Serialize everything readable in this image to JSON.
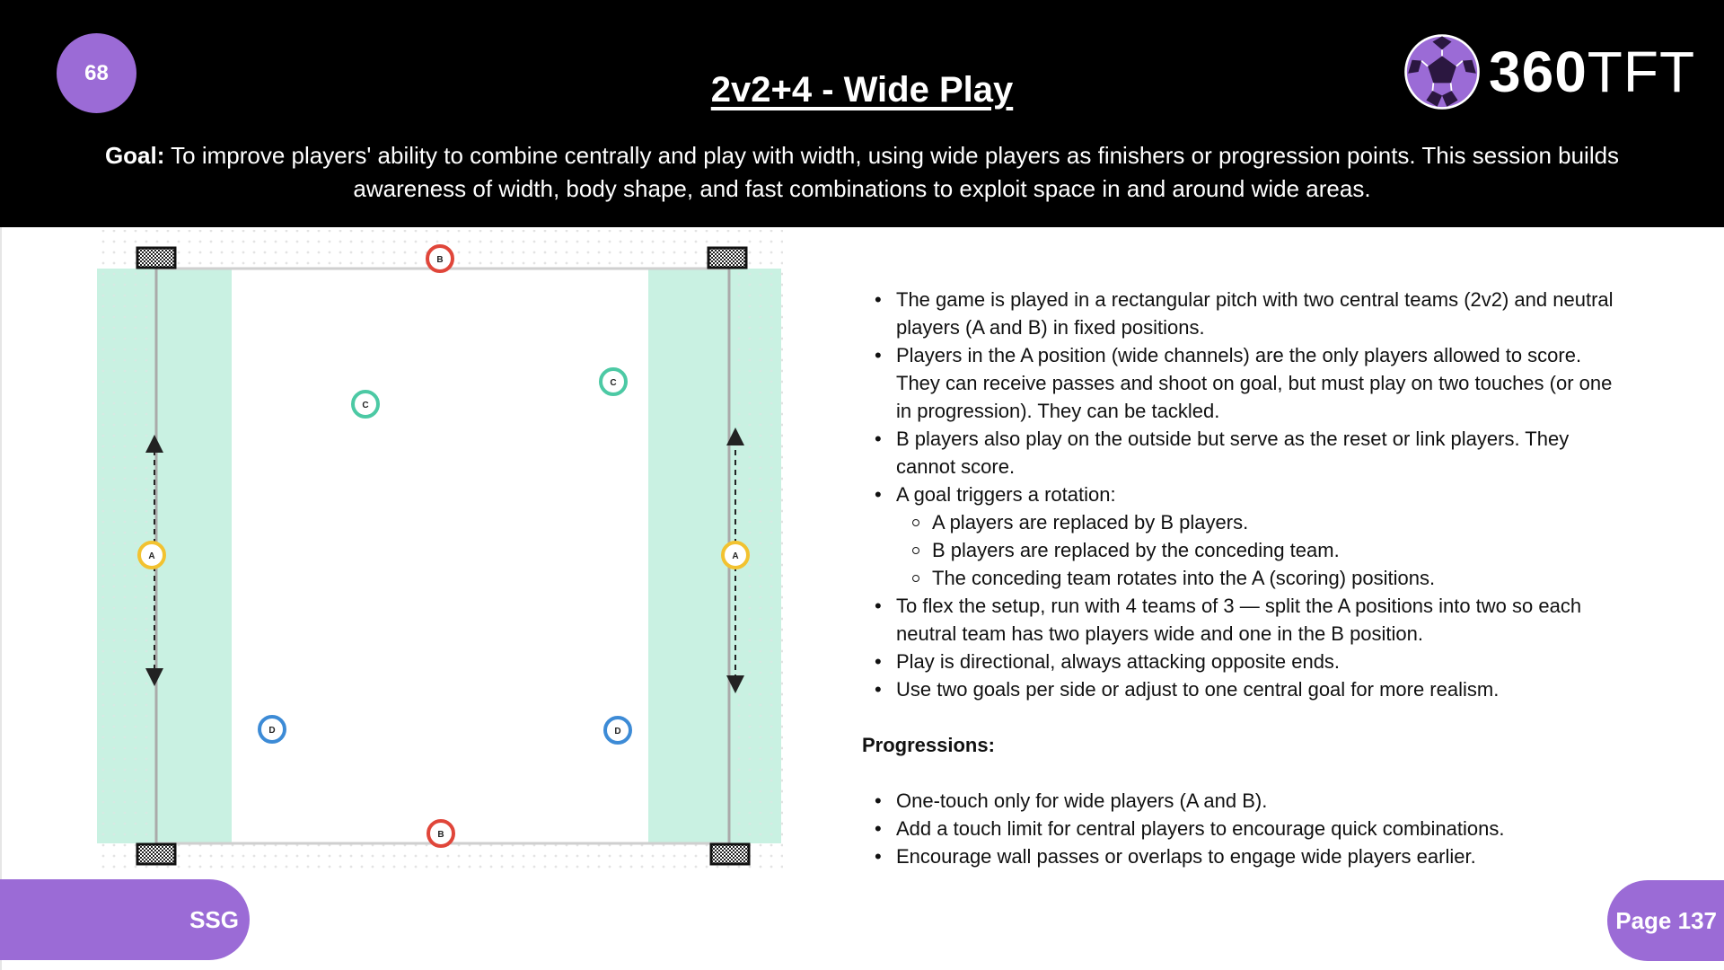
{
  "header": {
    "session_number": "68",
    "title": "2v2+4 - Wide Play",
    "goal_label": "Goal:",
    "goal_text": " To improve players' ability to combine centrally and play with width, using wide players as finishers or progression points. This session builds awareness of width, body shape, and fast combinations to exploit space in and around wide areas.",
    "logo_text_bold": "360",
    "logo_text_light": "TFT"
  },
  "diagram": {
    "player_labels": {
      "a": "A",
      "b": "B",
      "c": "C",
      "d": "D"
    },
    "colors": {
      "wide_channel": "#c9f1e2",
      "player_a": "#f2c230",
      "player_b": "#e0463a",
      "player_c": "#4cc9a4",
      "player_d": "#3d8bd6",
      "accent": "#9b6bd6"
    }
  },
  "rules": [
    {
      "text": "The game is played in a rectangular pitch with two central teams (2v2) and neutral players (A and B) in fixed positions.",
      "level": 1
    },
    {
      "text": "Players in the A position (wide channels) are the only players allowed to score. They can receive passes and shoot on goal, but must play on two touches (or one in progression).  They can be tackled.",
      "level": 1
    },
    {
      "text": "B players also play on the outside but serve as the reset or link players.  They cannot score.",
      "level": 1
    },
    {
      "text": "A goal triggers a rotation:",
      "level": 1
    },
    {
      "text": "A players are replaced by B players.",
      "level": 2
    },
    {
      "text": "B players are replaced by the conceding team.",
      "level": 2
    },
    {
      "text": "The conceding team rotates into the A (scoring) positions.",
      "level": 2
    },
    {
      "text": "To flex the setup, run with 4 teams of 3 — split the A positions into two so each neutral team has two players wide and one in the B position.",
      "level": 1
    },
    {
      "text": "Play is directional, always attacking opposite ends.",
      "level": 1
    },
    {
      "text": "Use two goals per side or adjust to one central goal for more realism.",
      "level": 1
    }
  ],
  "progressions": {
    "heading": "Progressions:",
    "items": [
      "One-touch only for wide players (A and B).",
      "Add a touch limit for central players to encourage quick combinations.",
      "Encourage wall passes or overlaps to engage wide players earlier."
    ]
  },
  "footer": {
    "category": "SSG",
    "page_label": "Page 137"
  }
}
